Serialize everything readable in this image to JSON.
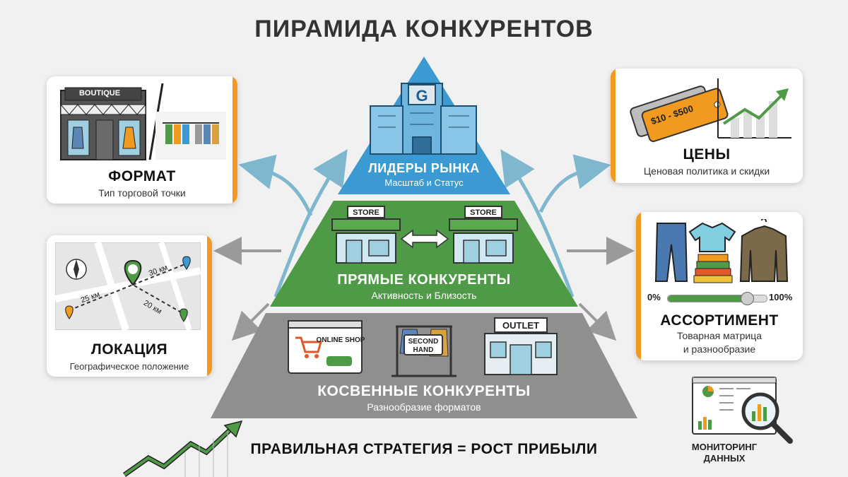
{
  "title": "ПИРАМИДА КОНКУРЕНТОВ",
  "slogan": "ПРАВИЛЬНАЯ СТРАТЕГИЯ = РОСТ ПРИБЫЛИ",
  "monitoring": {
    "line1": "МОНИТОРИНГ",
    "line2": "ДАННЫХ"
  },
  "pyramid": {
    "top": {
      "title": "ЛИДЕРЫ РЫНКА",
      "subtitle": "Масштаб и Статус",
      "logo": "G",
      "color": "#3a9ad1"
    },
    "middle": {
      "title": "ПРЯМЫЕ КОНКУРЕНТЫ",
      "subtitle": "Активность и Близость",
      "store_label": "STORE",
      "color": "#4e9a47"
    },
    "bottom": {
      "title": "КОСВЕННЫЕ КОНКУРЕНТЫ",
      "subtitle": "Разнообразие форматов",
      "online_shop": "ONLINE SHOP",
      "second_hand_1": "SECOND",
      "second_hand_2": "HAND",
      "outlet": "OUTLET",
      "color": "#8f8f8f"
    }
  },
  "cards": {
    "format": {
      "title": "ФОРМАТ",
      "subtitle": "Тип торговой точки",
      "boutique": "BOUTIQUE"
    },
    "location": {
      "title": "ЛОКАЦИЯ",
      "subtitle": "Географическое положение",
      "d1": "25 км",
      "d2": "30 км",
      "d3": "20 км"
    },
    "prices": {
      "title": "ЦЕНЫ",
      "subtitle": "Ценовая политика и скидки",
      "tag": "$10 - $500"
    },
    "assortment": {
      "title": "АССОРТИМЕНТ",
      "subtitle_1": "Товарная матрица",
      "subtitle_2": "и разнообразие",
      "min": "0%",
      "max": "100%",
      "slider_level": 0.8
    }
  },
  "colors": {
    "accent": "#f29a1f",
    "blue": "#3a9ad1",
    "green": "#4e9a47",
    "gray": "#8f8f8f",
    "arrow": "#7fb7cf"
  }
}
